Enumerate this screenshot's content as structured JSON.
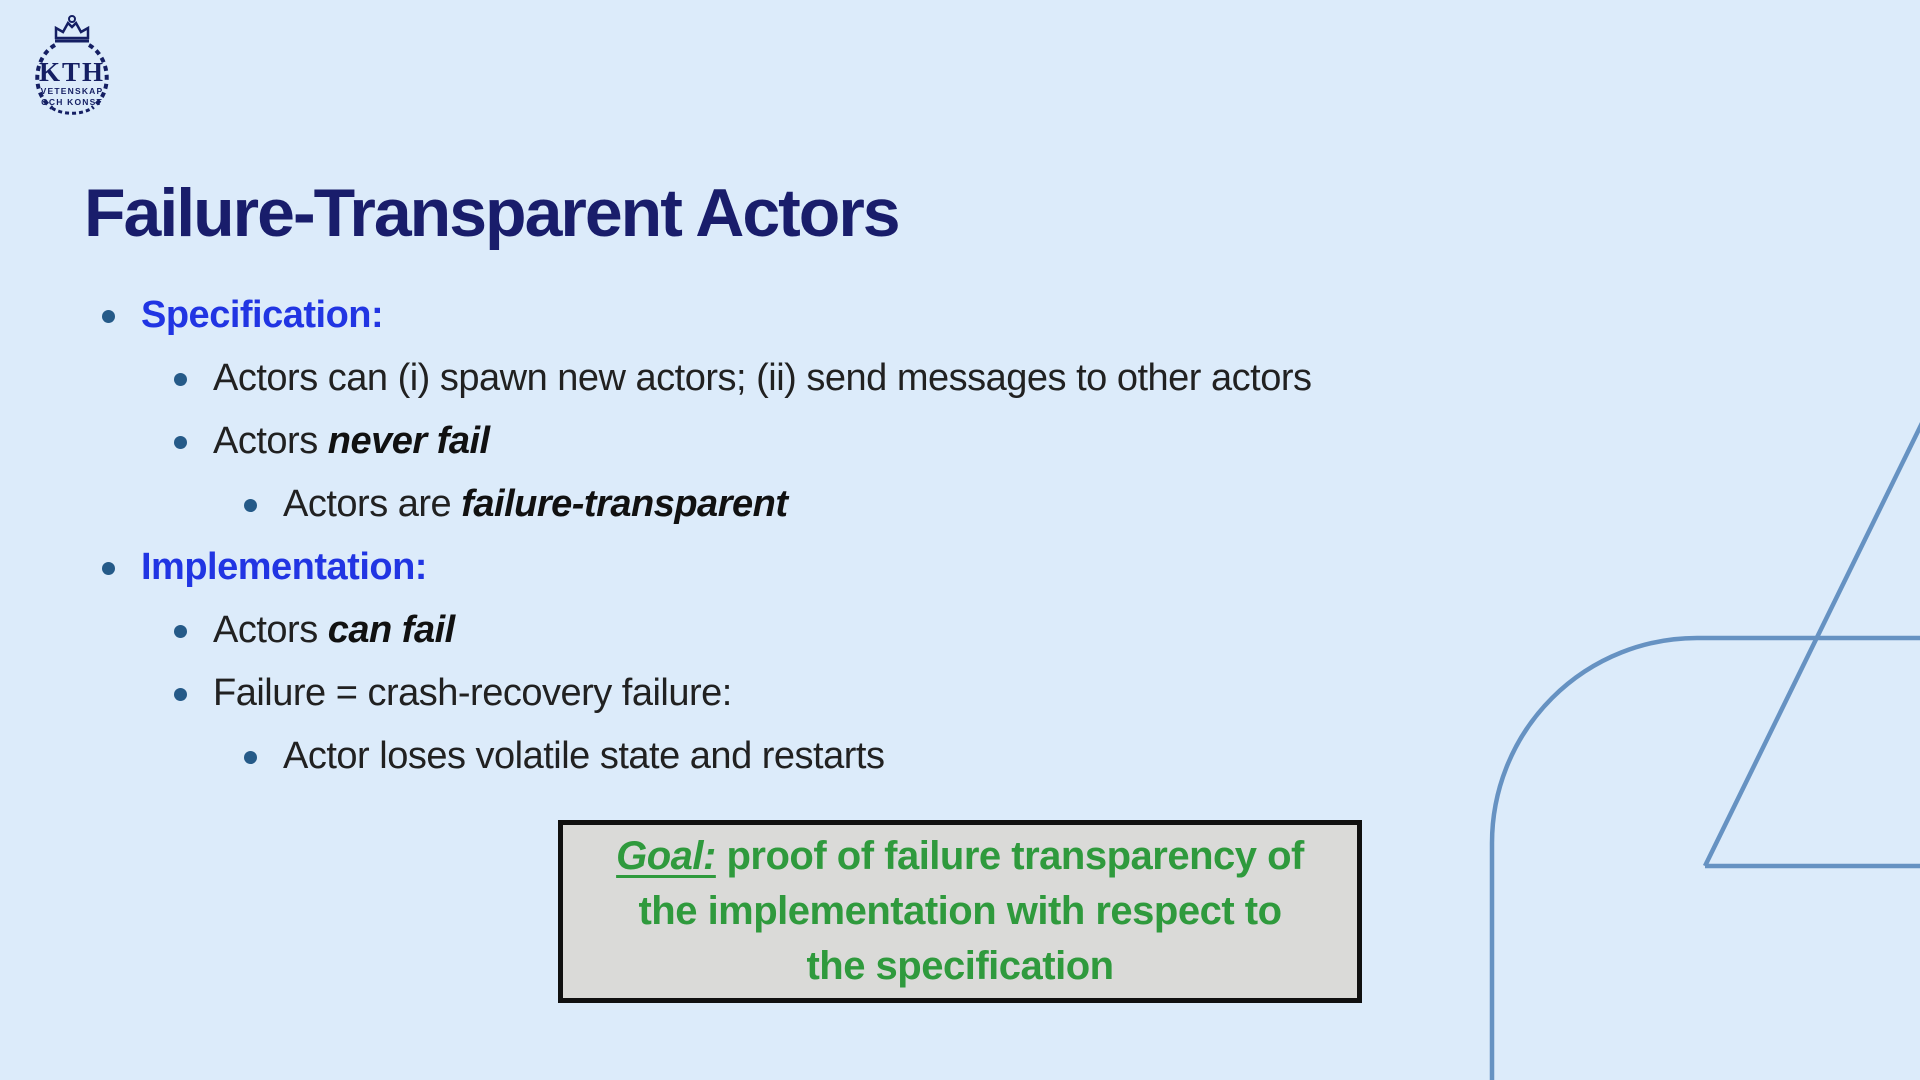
{
  "slide": {
    "logo": {
      "acronym": "KTH",
      "subtitle_line1": "VETENSKAP",
      "subtitle_line2": "OCH KONST"
    },
    "title": "Failure-Transparent Actors",
    "bullets": [
      {
        "level": 1,
        "segments": [
          {
            "text": "Specification:",
            "style": "header"
          }
        ]
      },
      {
        "level": 2,
        "segments": [
          {
            "text": "Actors can (i) spawn new actors; (ii) send messages to other actors",
            "style": "plain"
          }
        ]
      },
      {
        "level": 2,
        "segments": [
          {
            "text": "Actors ",
            "style": "plain"
          },
          {
            "text": "never fail",
            "style": "emph"
          }
        ]
      },
      {
        "level": 3,
        "segments": [
          {
            "text": "Actors are ",
            "style": "plain"
          },
          {
            "text": "failure-transparent",
            "style": "emph"
          }
        ]
      },
      {
        "level": 1,
        "segments": [
          {
            "text": "Implementation:",
            "style": "header"
          }
        ]
      },
      {
        "level": 2,
        "segments": [
          {
            "text": "Actors ",
            "style": "plain"
          },
          {
            "text": "can fail",
            "style": "emph"
          }
        ]
      },
      {
        "level": 2,
        "segments": [
          {
            "text": "Failure = crash-recovery failure:",
            "style": "plain"
          }
        ]
      },
      {
        "level": 3,
        "segments": [
          {
            "text": "Actor loses volatile state and restarts",
            "style": "plain"
          }
        ]
      }
    ],
    "goal_box": {
      "label": "Goal:",
      "line1_rest": " proof of failure transparency of",
      "line2": "the implementation with respect to",
      "line3": "the specification"
    },
    "colors": {
      "background": "#dcebfa",
      "title": "#191d6b",
      "header_blue": "#2135e3",
      "body_text": "#212121",
      "bullet_dot": "#255a88",
      "goal_green": "#2f9a3d",
      "goal_box_bg": "#dadad8",
      "goal_box_border": "#101010",
      "decor_line": "#6692c2",
      "logo_navy": "#151f63"
    }
  }
}
